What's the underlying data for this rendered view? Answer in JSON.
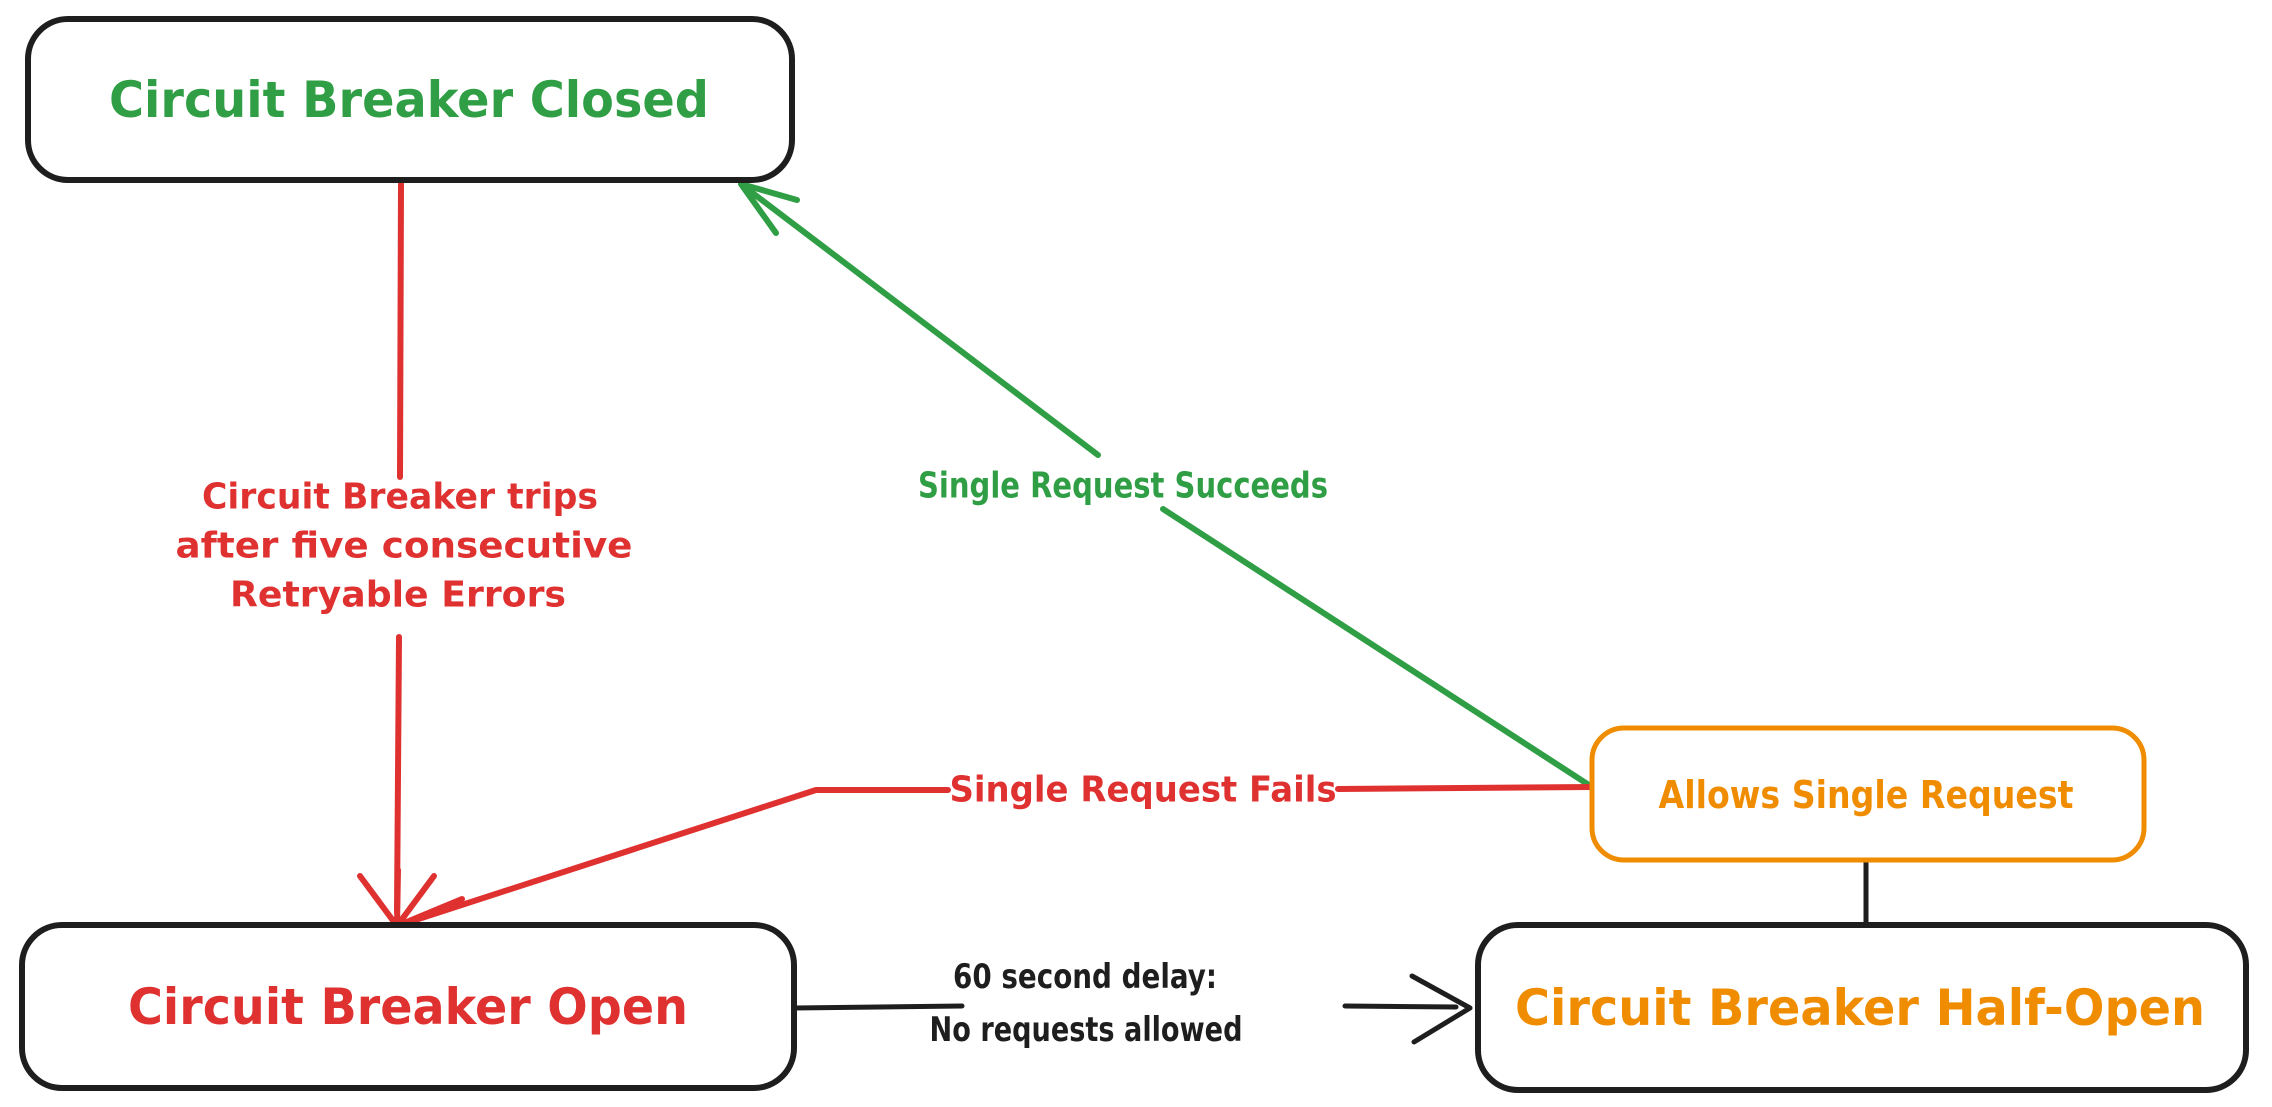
{
  "colors": {
    "black": "#1e1e1e",
    "red": "#e03131",
    "green": "#2f9e44",
    "orange": "#f08c00",
    "background": "#ffffff"
  },
  "nodes": {
    "closed": {
      "label": "Circuit Breaker Closed"
    },
    "open": {
      "label": "Circuit Breaker Open"
    },
    "half_open": {
      "label": "Circuit Breaker Half-Open"
    },
    "allows_single_request": {
      "label": "Allows Single Request"
    }
  },
  "edges": {
    "trip": {
      "from": "closed",
      "to": "open",
      "label_lines": {
        "0": "Circuit Breaker trips",
        "1": "after five consecutive",
        "2": "Retryable Errors"
      }
    },
    "single_request_succeeds": {
      "from": "allows_single_request",
      "to": "closed",
      "label": "Single Request Succeeds"
    },
    "single_request_fails": {
      "from": "allows_single_request",
      "to": "open",
      "label": "Single Request Fails"
    },
    "delay": {
      "from": "open",
      "to": "half_open",
      "label_lines": {
        "0": "60 second delay:",
        "1": "No requests allowed"
      }
    },
    "half_open_to_allows": {
      "from": "half_open",
      "to": "allows_single_request",
      "label": ""
    }
  }
}
